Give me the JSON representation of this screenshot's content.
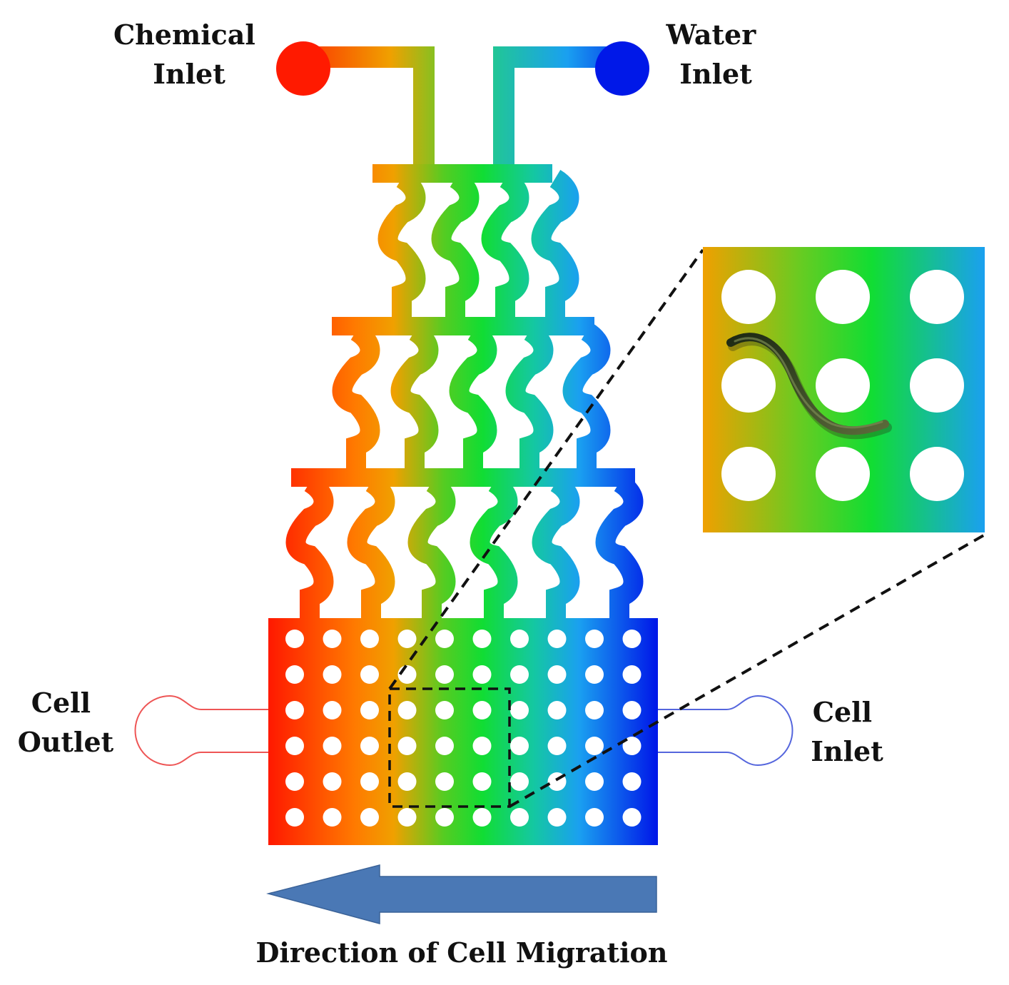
{
  "labels": {
    "chemical_inlet": [
      "Chemical",
      "Inlet"
    ],
    "water_inlet": [
      "Water",
      "Inlet"
    ],
    "cell_outlet": [
      "Cell",
      "Outlet"
    ],
    "cell_inlet": [
      "Cell",
      "Inlet"
    ],
    "direction": "Direction of Cell Migration"
  },
  "colors": {
    "chemical": "#ff1a00",
    "water": "#0022ee",
    "mid": "#11dd33",
    "arrow": "#4a78b5",
    "cell_outlet_line": "#ee5555",
    "cell_inlet_line": "#5566dd"
  },
  "icons": {
    "inset_specimen": "worm-icon",
    "migration_arrow": "left-arrow-icon"
  }
}
